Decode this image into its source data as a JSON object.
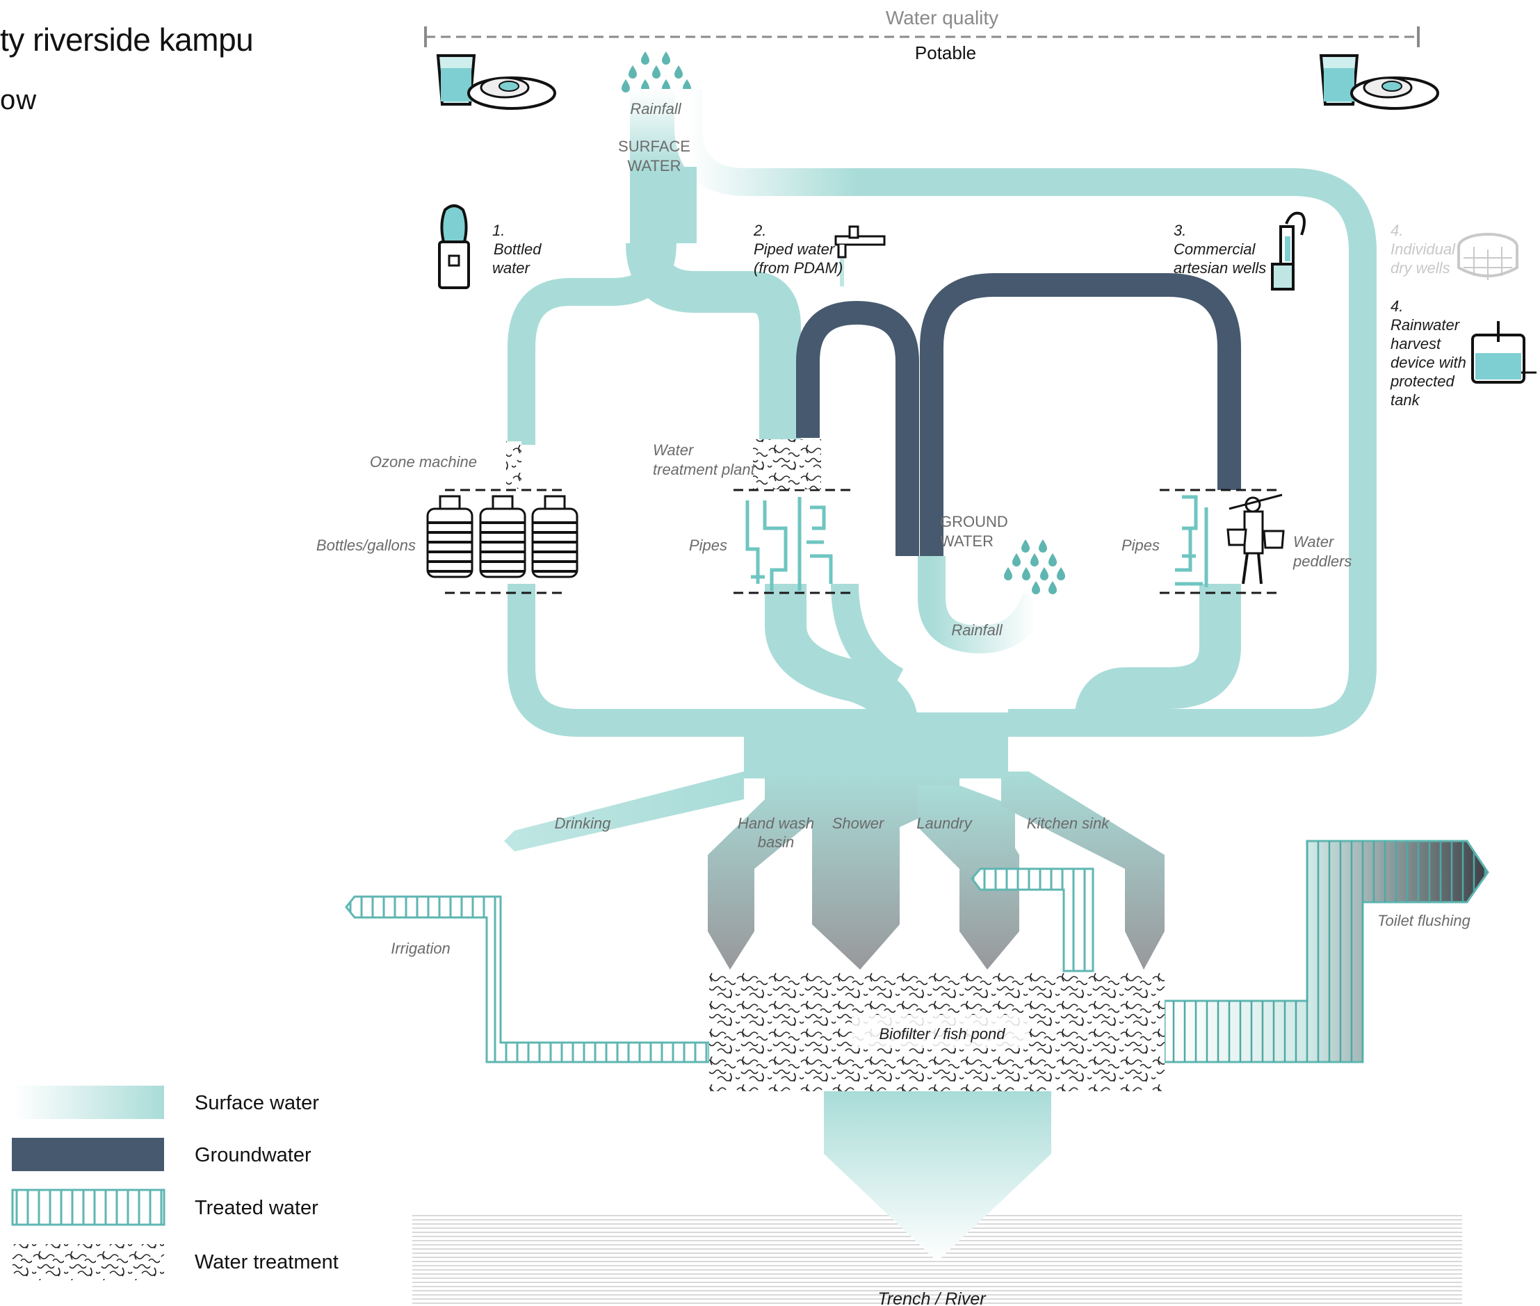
{
  "page": {
    "title": "ty riverside kampu",
    "subtitle": "ow"
  },
  "quality": {
    "title": "Water quality",
    "scale_label": "Potable"
  },
  "sources": {
    "rainfall_top": "Rainfall",
    "surface_water": [
      "SURFACE",
      "WATER"
    ],
    "bottled": {
      "num": "1.",
      "lines": [
        "Bottled",
        "water"
      ]
    },
    "piped": {
      "num": "2.",
      "lines": [
        "Piped water",
        "(from PDAM)"
      ]
    },
    "artesian": {
      "num": "3.",
      "lines": [
        "Commercial",
        "artesian wells"
      ]
    },
    "dry_wells": {
      "num": "4.",
      "lines": [
        "Individual",
        "dry wells"
      ]
    },
    "rainwater": {
      "num": "4.",
      "lines": [
        "Rainwater",
        "harvest",
        "device with",
        "protected",
        "tank"
      ]
    }
  },
  "treatment": {
    "ozone": "Ozone machine",
    "bottles": "Bottles/gallons",
    "plant": [
      "Water",
      "treatment plant"
    ],
    "pipes_left": "Pipes",
    "pipes_right": "Pipes",
    "ground_water": [
      "GROUND",
      "WATER"
    ],
    "rainfall_mid": "Rainfall",
    "peddlers": [
      "Water",
      "peddlers"
    ]
  },
  "uses": {
    "drinking": "Drinking",
    "handwash": [
      "Hand wash",
      "basin"
    ],
    "shower": "Shower",
    "laundry": "Laundry",
    "kitchen": "Kitchen sink",
    "irrigation": "Irrigation",
    "toilet": "Toilet flushing",
    "biofilter": "Biofilter / fish pond",
    "trench": "Trench /  River"
  },
  "legend": {
    "items": [
      "Surface water",
      "Groundwater",
      "Treated water",
      "Water treatment"
    ]
  },
  "colors": {
    "surface": "#a9dcd8",
    "ground": "#46596e",
    "treated_stroke": "#5fb6b1",
    "grey": "#9a9a9d",
    "dash": "#1a1a1a"
  }
}
